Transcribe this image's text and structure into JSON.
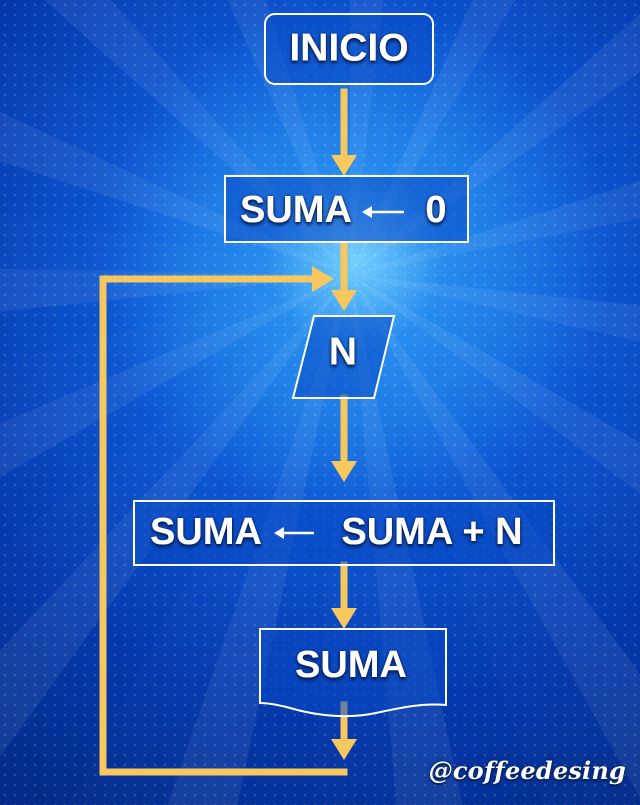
{
  "diagram": {
    "nodes": {
      "start": "INICIO",
      "assign_left": "SUMA",
      "assign_right": "0",
      "input": "N",
      "process_left": "SUMA",
      "process_right": "SUMA + N",
      "output": "SUMA"
    },
    "credit": "@coffeedesing"
  },
  "colors": {
    "accent": "#f7c85d",
    "stroke": "#ffffff",
    "text": "#ffffff"
  }
}
